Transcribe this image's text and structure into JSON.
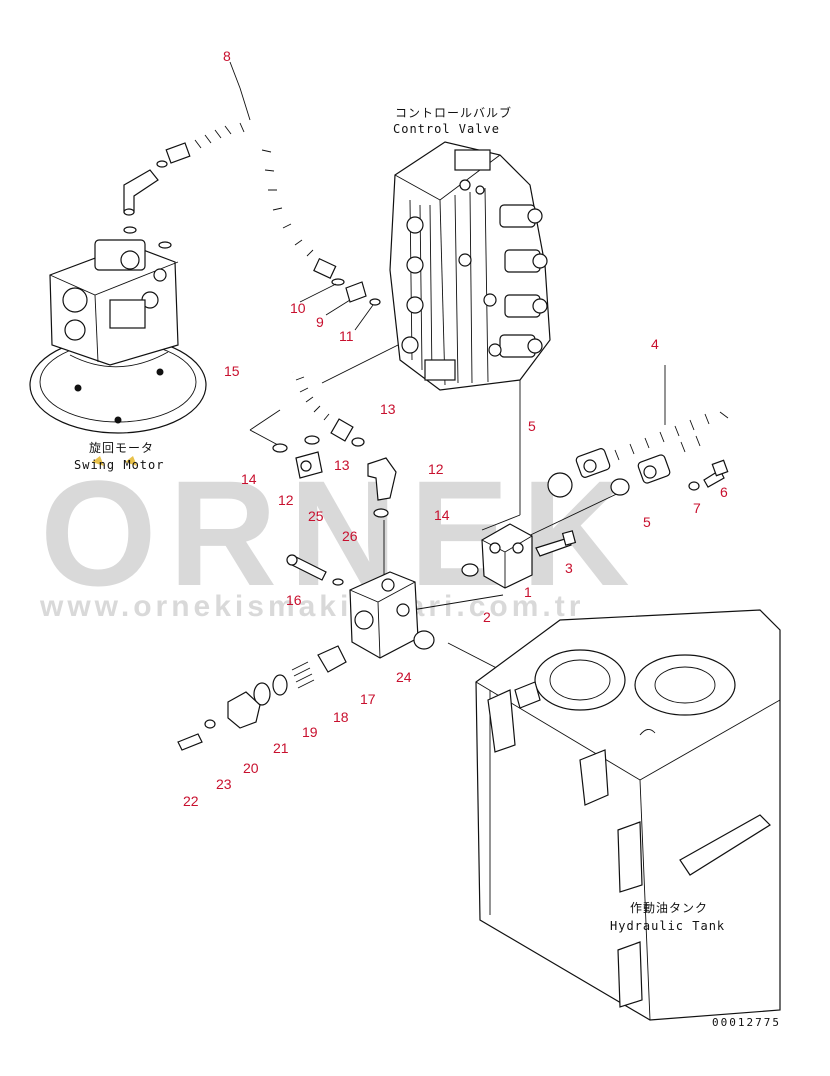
{
  "watermark": {
    "brand": "ORNEK",
    "url": "www.ornekismakinalari.com.tr"
  },
  "labels": {
    "control_valve_jp": "コントロールバルブ",
    "control_valve_en": "Control Valve",
    "swing_motor_jp": "旋回モータ",
    "swing_motor_en": "Swing Motor",
    "hydraulic_tank_jp": "作動油タンク",
    "hydraulic_tank_en": "Hydraulic Tank"
  },
  "drawing_number": "00012775",
  "part_numbers": {
    "p1": "1",
    "p2": "2",
    "p3": "3",
    "p4": "4",
    "p5a": "5",
    "p5b": "5",
    "p6": "6",
    "p7": "7",
    "p8": "8",
    "p9": "9",
    "p10": "10",
    "p11": "11",
    "p12a": "12",
    "p12b": "12",
    "p13a": "13",
    "p13b": "13",
    "p14a": "14",
    "p14b": "14",
    "p15": "15",
    "p16": "16",
    "p17": "17",
    "p18": "18",
    "p19": "19",
    "p20": "20",
    "p21": "21",
    "p22": "22",
    "p23": "23",
    "p24": "24",
    "p25": "25",
    "p26": "26"
  },
  "colors": {
    "callout": "#c8102e",
    "line": "#111111",
    "watermark": "#d9d9d9",
    "marker": "#e8c14a"
  }
}
